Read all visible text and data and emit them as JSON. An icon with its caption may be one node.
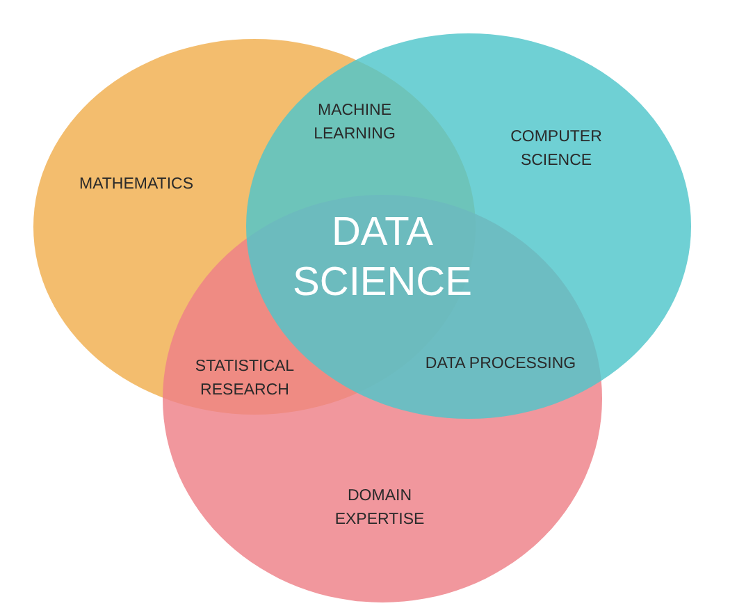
{
  "diagram": {
    "nodes": [
      {
        "text": [
          "MATHEMATICS"
        ]
      },
      {
        "text": [
          "COMPUTER SCIENCE"
        ]
      },
      {
        "text": [
          "DOMAIN EXPERTISE"
        ]
      }
    ],
    "edges": [],
    "labels": [
      "MACHINE LEARNING",
      "DATA SCIENCE",
      "STATISTICAL RESEARCH",
      "DATA PROCESSING"
    ]
  }
}
